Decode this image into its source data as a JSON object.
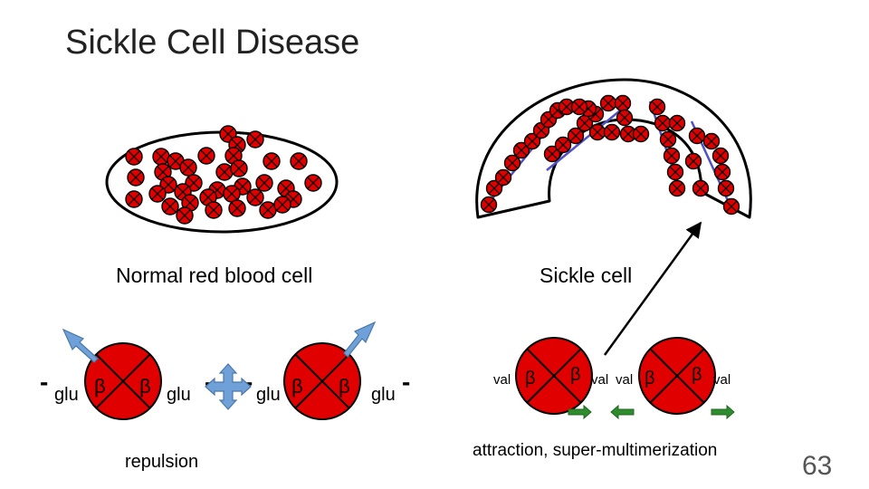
{
  "slide": {
    "title": "Sickle Cell Disease",
    "page_number": "63"
  },
  "labels": {
    "normal_cell": "Normal red blood cell",
    "sickle_cell": "Sickle cell",
    "repulsion": "repulsion",
    "attraction": "attraction, super-multimerization"
  },
  "molecule_text": {
    "glu": "glu",
    "val": "val",
    "beta": "β",
    "minus": "-"
  },
  "colors": {
    "hemoglobin_fill": "#e00000",
    "cell_outline": "#000000",
    "repulsion_arrow": "#6fa0d8",
    "attraction_arrow": "#2e8b2e",
    "polymer_line": "#5050c8"
  }
}
